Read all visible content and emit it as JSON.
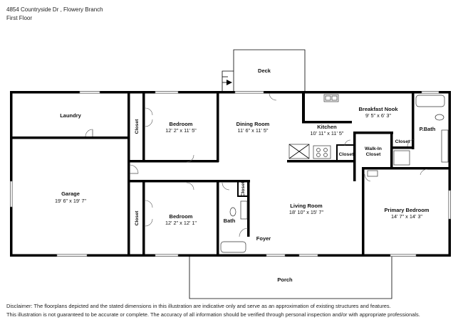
{
  "header": {
    "address": "4854 Countryside Dr , Flowery Branch",
    "floor": "First Floor"
  },
  "rooms": {
    "laundry": {
      "name": "Laundry",
      "dims": ""
    },
    "garage": {
      "name": "Garage",
      "dims": "19' 6\" x 19' 7\""
    },
    "closet_upper": {
      "name": "Closet",
      "dims": ""
    },
    "closet_lower": {
      "name": "Closet",
      "dims": ""
    },
    "bedroom_upper": {
      "name": "Bedroom",
      "dims": "12' 2\" x 11' 5\""
    },
    "bedroom_lower": {
      "name": "Bedroom",
      "dims": "12' 2\" x 12' 1\""
    },
    "dining": {
      "name": "Dining Room",
      "dims": "11' 6\" x 11' 5\""
    },
    "deck": {
      "name": "Deck",
      "dims": ""
    },
    "kitchen": {
      "name": "Kitchen",
      "dims": "10' 11\" x 11' 5\""
    },
    "breakfast": {
      "name": "Breakfast Nook",
      "dims": "9' 5\" x 6' 3\""
    },
    "pbath": {
      "name": "P.Bath",
      "dims": ""
    },
    "closet_pbath": {
      "name": "Closet",
      "dims": ""
    },
    "walkin": {
      "name": "Walk-In",
      "name2": "Closet",
      "dims": ""
    },
    "closet_kitchen": {
      "name": "Closet",
      "dims": ""
    },
    "closet_bath": {
      "name": "Closet",
      "dims": ""
    },
    "bath": {
      "name": "Bath",
      "dims": ""
    },
    "living": {
      "name": "Living Room",
      "dims": "18' 10\" x 15' 7\""
    },
    "foyer": {
      "name": "Foyer",
      "dims": ""
    },
    "primary": {
      "name": "Primary Bedroom",
      "dims": "14' 7\" x 14' 3\""
    },
    "porch": {
      "name": "Porch",
      "dims": ""
    }
  },
  "disclaimer": {
    "line1": "Disclaimer: The floorplans depicted and the stated dimensions in this illustration are indicative only and serve as an approximation of existing structures and features.",
    "line2": "This illustration is not guaranteed to be accurate or complete. The accuracy of all information should be verified through personal inspection and/or with appropriate professionals."
  }
}
